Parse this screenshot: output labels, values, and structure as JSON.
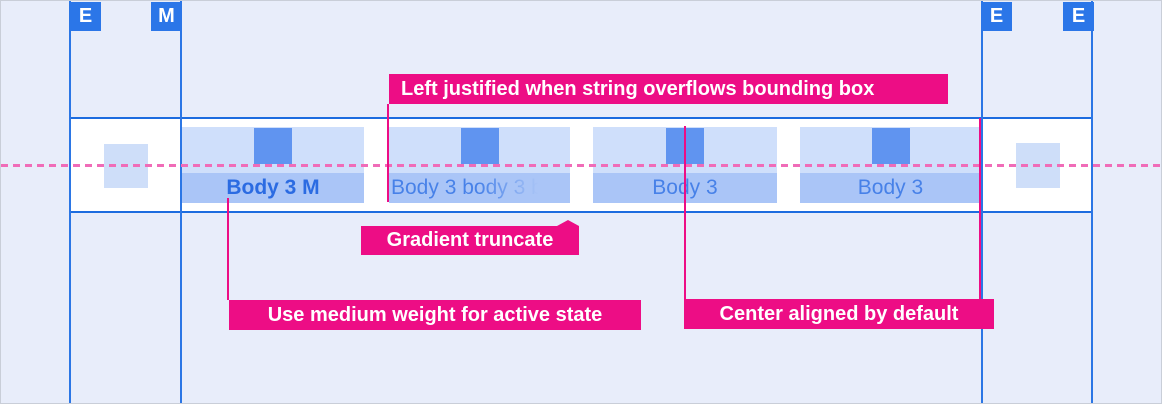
{
  "markers": [
    {
      "label": "E"
    },
    {
      "label": "M"
    },
    {
      "label": "E"
    },
    {
      "label": "E"
    }
  ],
  "tab_bar": {
    "tabs": [
      {
        "label": "Body 3 M",
        "state": "active-medium-weight"
      },
      {
        "label": "Body 3 body 3 b",
        "state": "overflow-gradient-truncated"
      },
      {
        "label": "Body 3",
        "state": "default"
      },
      {
        "label": "Body 3",
        "state": "default"
      }
    ]
  },
  "annotations": {
    "left_justified": "Left justified when string overflows bounding box",
    "gradient_truncate": "Gradient truncate",
    "medium_weight": "Use medium weight for active state",
    "center_aligned": "Center aligned by default"
  },
  "colors": {
    "background": "#e8edfa",
    "guide_blue": "#2b76e5",
    "marker_blue": "#2b76e8",
    "band_border_blue": "#1d6cdf",
    "tab_top_blue": "#cfdffb",
    "indicator_blue": "#6094f0",
    "tab_bottom_blue": "#aac5f7",
    "active_text_blue": "#2b6be2",
    "tab_text_blue": "#4781e8",
    "annotation_magenta": "#ed0d85",
    "dashed_pink": "#f06cb8"
  }
}
